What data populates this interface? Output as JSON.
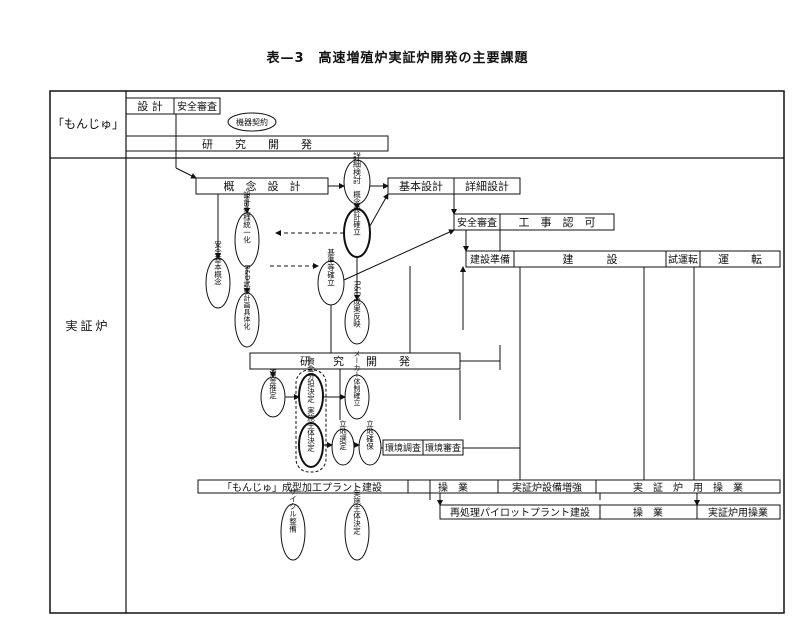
{
  "title": "表—3　高速増殖炉実証炉開発の主要課題",
  "rows": {
    "monju": "「もんじゅ」",
    "demo": "実証炉"
  },
  "monju": {
    "design": "設 計",
    "safety_review": "安全審査",
    "equipment_contract": "機器契約",
    "rnd": "研　　究　　開　　発"
  },
  "demo": {
    "concept_design": "概　念　設　計",
    "basic_design": "基本設計",
    "detailed_design": "詳細設計",
    "safety_review": "安全審査",
    "construction_permit": "工　事　認　可",
    "construction_prep": "建設準備",
    "construction": "建　　　設",
    "trial_operation": "試運転",
    "operation": "運　　転",
    "rnd": "研　　究　　開　　発",
    "env_survey": "環境調査",
    "env_review": "環境審査",
    "bubble_detail_design": "詳細検討",
    "bubble_concept_design": "概念設計確立",
    "bubble_standards": "基準等確立",
    "bubble_spec_unification": "設計仕様統一化",
    "bubble_safety_concept": "安全基本概念",
    "bubble_site_rd": "R&D成果反映",
    "bubble_rd_test": "R&D試験計画具体化",
    "bubble_fund_estimate": "資金推定",
    "bubble_fund_decision": "資金分担決定",
    "bubble_maker_system": "メーカー体制確立",
    "bubble_site_selection": "立地選定",
    "bubble_local_consent": "立地確保",
    "bubble_impl_body": "実施主体決定",
    "bubble_fuel_cycle": "サイクル整備",
    "bubble_impl_body2": "実施主体決定"
  },
  "bottom": {
    "monju_plant": "「もんじゅ」成型加工プラント建設",
    "operation1": "操　業",
    "demo_facility": "実証炉設備増強",
    "demo_operation": "実　証　炉　用　操　業",
    "reprocessing_pilot": "再処理パイロットプラント建設",
    "operation2": "操　業",
    "demo_operation2": "実証炉用操業"
  }
}
